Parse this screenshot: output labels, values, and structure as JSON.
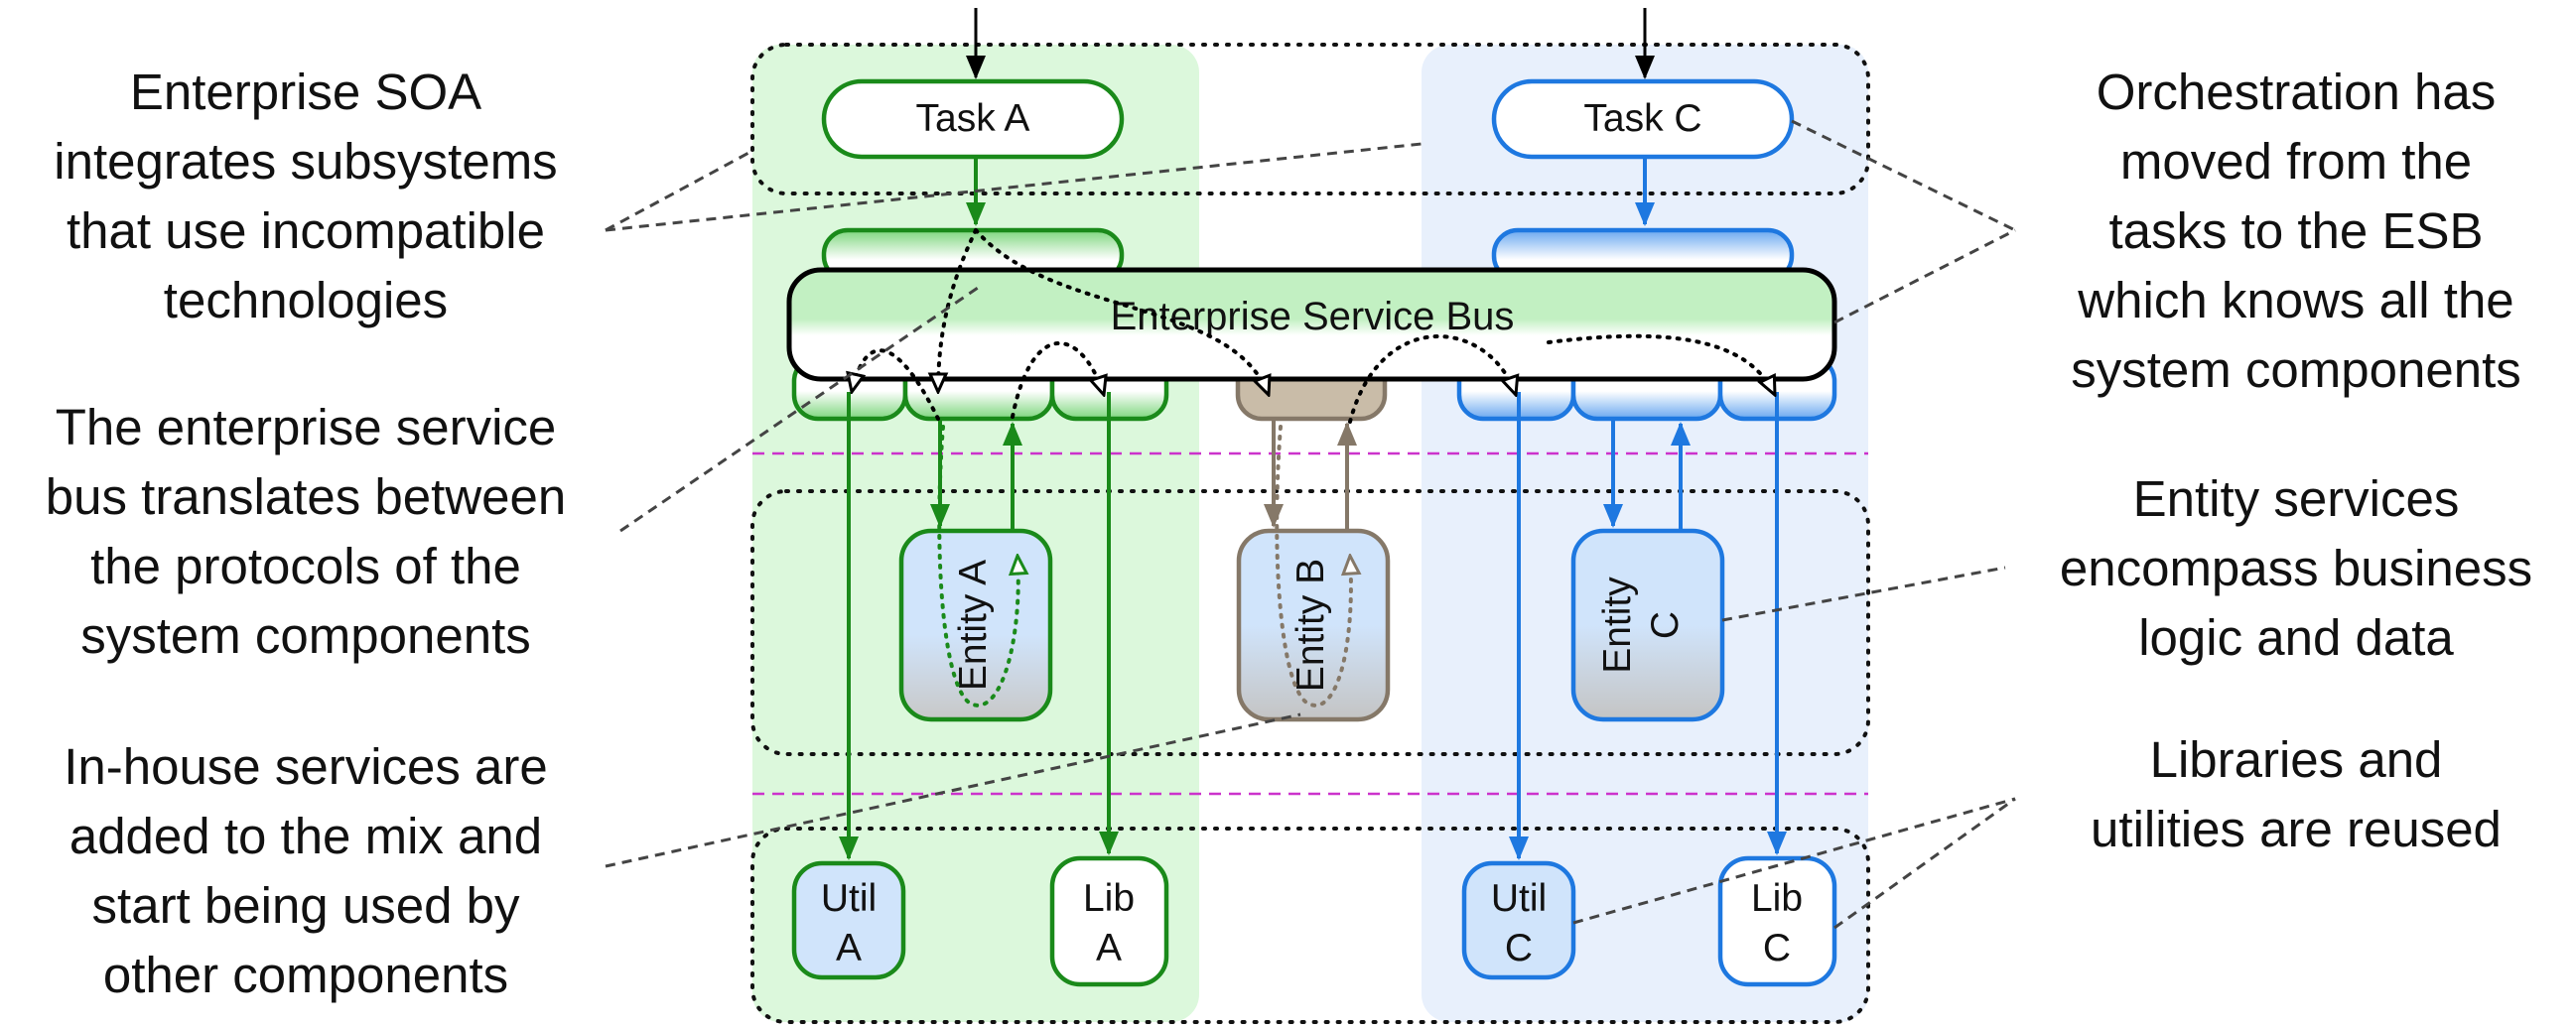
{
  "annotations": {
    "soa": [
      "Enterprise SOA",
      "integrates subsystems",
      "that use incompatible",
      "technologies"
    ],
    "esb_translates": [
      "The enterprise service",
      "bus translates between",
      "the protocols of the",
      "system components"
    ],
    "in_house": [
      "In-house services are",
      "added to the mix and",
      "start being used by",
      "other components"
    ],
    "orchestration": [
      "Orchestration has",
      "moved from the",
      "tasks to the ESB",
      "which knows all the",
      "system components"
    ],
    "entity_services": [
      "Entity services",
      "encompass business",
      "logic and data"
    ],
    "libraries": [
      "Libraries and",
      "utilities are reused"
    ]
  },
  "diagram": {
    "bus_label": "Enterprise Service Bus",
    "task_a": "Task A",
    "task_c": "Task C",
    "entity_a": "Entity A",
    "entity_b": "Entity B",
    "entity_c": [
      "Entity",
      "C"
    ],
    "util_a": [
      "Util",
      "A"
    ],
    "lib_a": [
      "Lib",
      "A"
    ],
    "util_c": [
      "Util",
      "C"
    ],
    "lib_c": [
      "Lib",
      "C"
    ]
  },
  "colors": {
    "green": "#1a8a1a",
    "blue": "#1e78e0",
    "brown": "#857868",
    "zone_green": "#dcf8dc",
    "zone_blue": "#e8f0fc",
    "purple": "#cc33cc"
  }
}
